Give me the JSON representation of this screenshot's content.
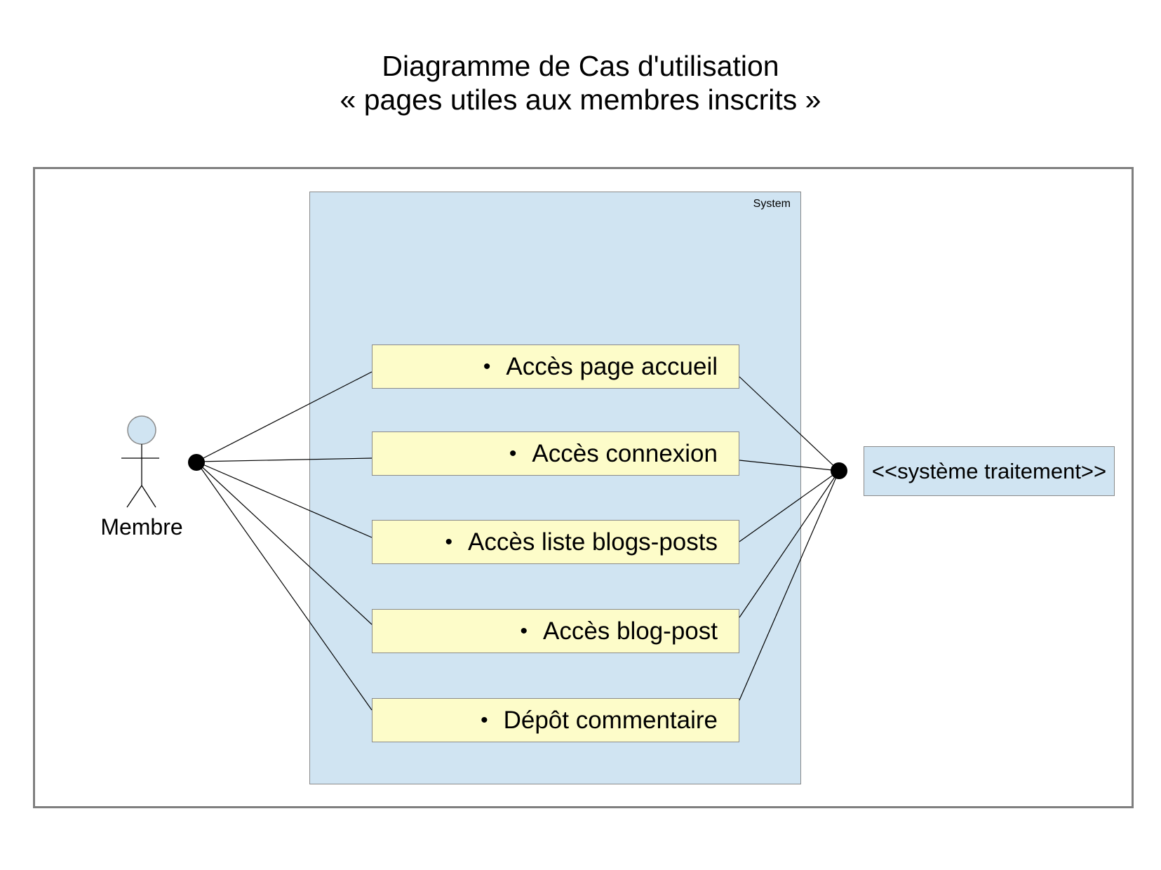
{
  "title": {
    "line1": "Diagramme de Cas d'utilisation",
    "line2": "« pages utiles aux membres inscrits »"
  },
  "system": {
    "label": "System"
  },
  "actor": {
    "label": "Membre"
  },
  "use_cases": [
    {
      "label": "Accès page accueil"
    },
    {
      "label": "Accès connexion"
    },
    {
      "label": "Accès liste blogs-posts"
    },
    {
      "label": "Accès blog-post"
    },
    {
      "label": "Dépôt commentaire"
    }
  ],
  "bullet": "•",
  "external_system": {
    "label": "<<système traitement>>"
  },
  "colors": {
    "system_fill": "#d0e4f2",
    "use_case_fill": "#fdfcc9",
    "actor_head_fill": "#d0e4f2",
    "frame_stroke": "#7f7f7f"
  }
}
